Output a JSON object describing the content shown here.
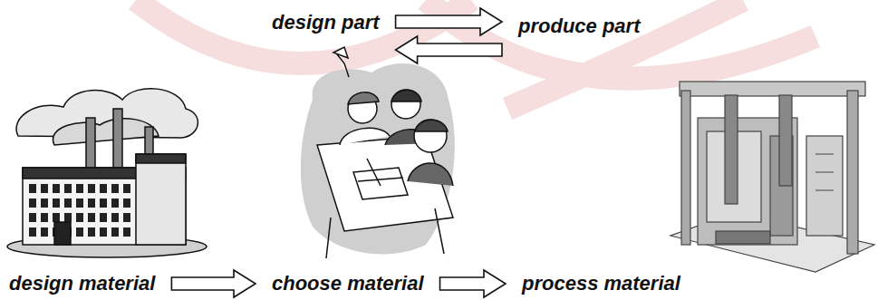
{
  "diagram": {
    "nodes": [
      {
        "text": [
          "design part"
        ]
      },
      {
        "text": [
          "produce part"
        ]
      },
      {
        "text": [
          "design material"
        ]
      },
      {
        "text": [
          "choose material"
        ]
      },
      {
        "text": [
          "process material"
        ]
      }
    ],
    "edges": [
      {
        "from": 0,
        "to": 1,
        "arrow": "to"
      },
      {
        "from": 1,
        "to": 0,
        "arrow": "to"
      },
      {
        "from": 2,
        "to": 3,
        "arrow": "to"
      },
      {
        "from": 3,
        "to": 4,
        "arrow": "to"
      }
    ]
  }
}
